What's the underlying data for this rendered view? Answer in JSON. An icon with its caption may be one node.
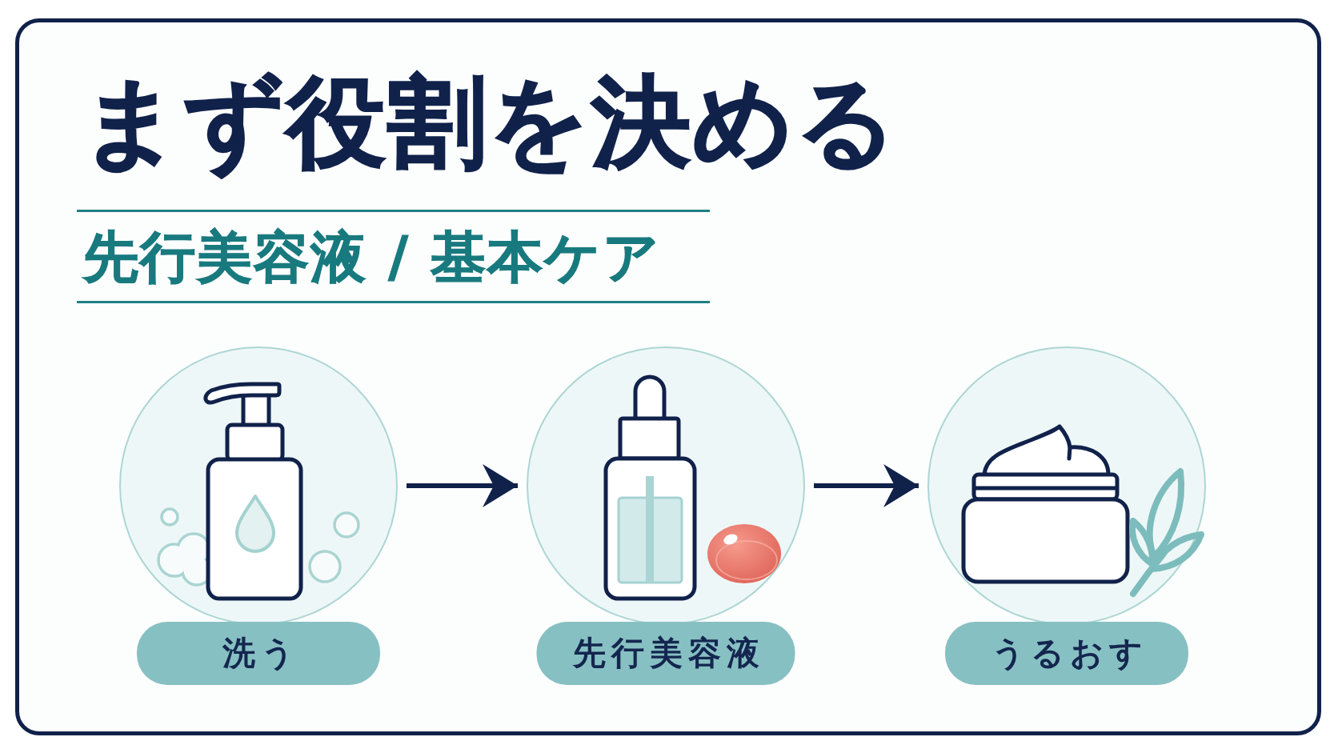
{
  "diagram": {
    "title": "まず役割を決める",
    "nodes": [
      {
        "text": [
          "洗う"
        ]
      },
      {
        "text": [
          "先行美容液"
        ]
      },
      {
        "text": [
          "うるおす"
        ]
      }
    ],
    "edges": [
      {
        "from": 0,
        "to": 1,
        "arrow": "to"
      },
      {
        "from": 1,
        "to": 2,
        "arrow": "to"
      }
    ],
    "labels": [
      "先行美容液 / 基本ケア"
    ]
  }
}
